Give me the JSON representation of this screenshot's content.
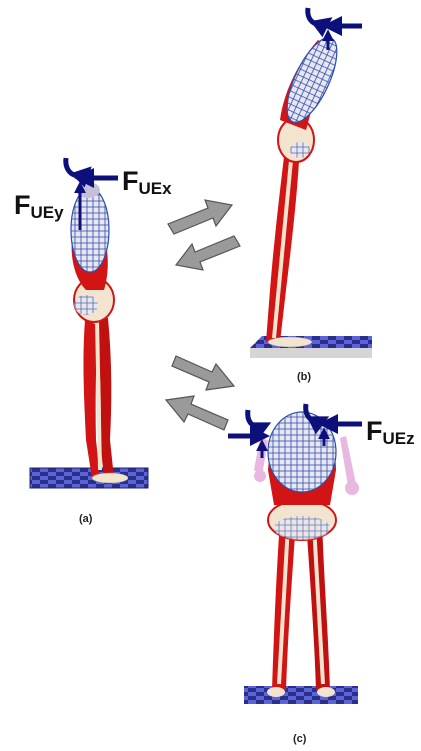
{
  "labels": {
    "force_x": {
      "main": "F",
      "sub": "UEx"
    },
    "force_y": {
      "main": "F",
      "sub": "UEy"
    },
    "force_z": {
      "main": "F",
      "sub": "UEz"
    }
  },
  "panels": [
    {
      "id": "a",
      "label": "(a)"
    },
    {
      "id": "b",
      "label": "(b)"
    },
    {
      "id": "c",
      "label": "(c)"
    }
  ],
  "colors": {
    "force_arrow": "#0d0f7a",
    "muscle": "#d21414",
    "bone": "#f2e4cf",
    "ribcage": "#2a4fb0",
    "floor_dark": "#2a2f8a",
    "floor_light": "#5a64d8",
    "transition_arrow": "#9a9a9a",
    "hand": "#e8b8e0"
  },
  "icons": {
    "transition": "gray-block-arrow",
    "moment": "curved-moment-arrow",
    "force": "force-arrow"
  }
}
